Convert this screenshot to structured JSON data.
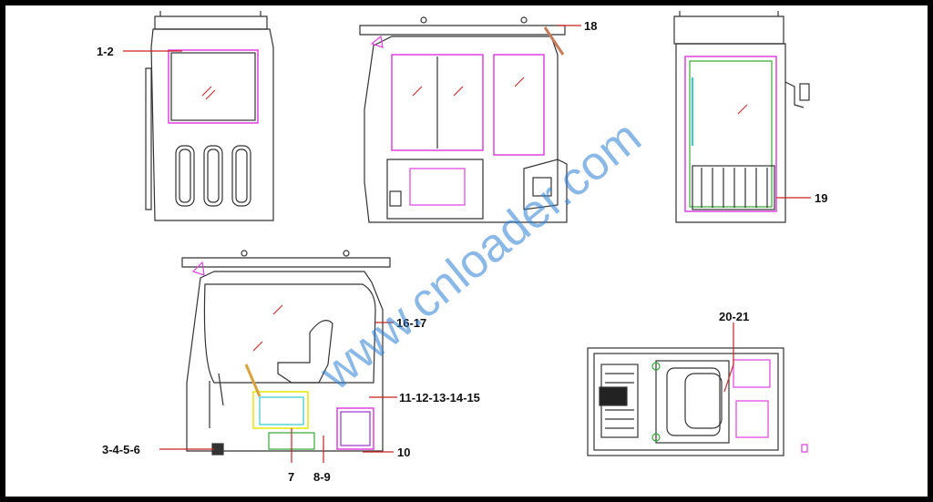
{
  "drawing": {
    "title": "",
    "callouts": [
      {
        "id": "c-1-2",
        "label": "1-2"
      },
      {
        "id": "c-18",
        "label": "18"
      },
      {
        "id": "c-19",
        "label": "19"
      },
      {
        "id": "c-16-17",
        "label": "16-17"
      },
      {
        "id": "c-20-21",
        "label": "20-21"
      },
      {
        "id": "c-11-15",
        "label": "11-12-13-14-15"
      },
      {
        "id": "c-3-6",
        "label": "3-4-5-6"
      },
      {
        "id": "c-7",
        "label": "7"
      },
      {
        "id": "c-8-9",
        "label": "8-9"
      },
      {
        "id": "c-10",
        "label": "10"
      }
    ],
    "views": [
      "rear-view",
      "left-side-view",
      "front-view",
      "right-side-section",
      "top-plan-view"
    ]
  },
  "watermark": "www.cnloader.com",
  "colors": {
    "outline": "#333333",
    "glass": "#e040e0",
    "hatch": "#cc3333",
    "leader": "#cc2222",
    "accent_green": "#33aa33",
    "accent_yellow": "#e8e800",
    "accent_cyan": "#33cccc",
    "watermark": "#2b7fd4"
  }
}
